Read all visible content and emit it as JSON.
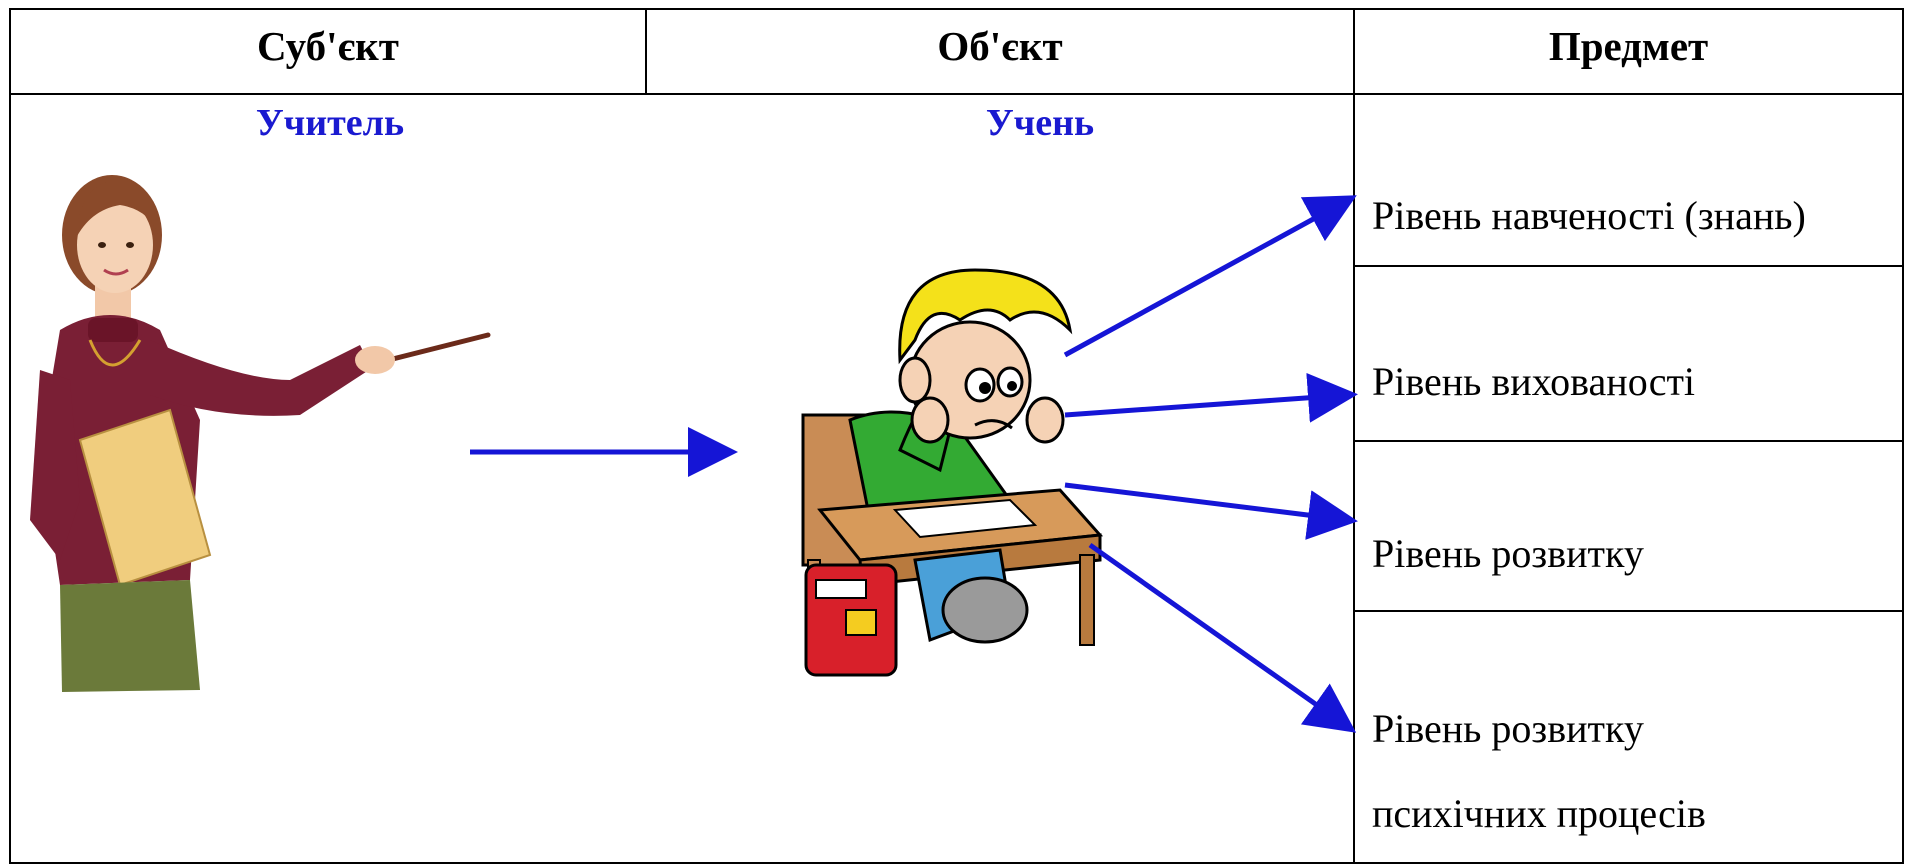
{
  "table": {
    "headers": {
      "subject": "Суб'єкт",
      "object": "Об'єкт",
      "topic": "Предмет"
    },
    "subject_label": "Учитель",
    "object_label": "Учень",
    "items": [
      "Рівень навченості (знань)",
      "Рівень вихованості",
      "Рівень розвитку",
      "Рівень розвитку",
      "психічних процесів"
    ]
  },
  "colors": {
    "arrow": "#1515d6",
    "label": "#1a1ad0",
    "border": "#000000"
  },
  "icons": {
    "teacher": "teacher-illustration",
    "student": "student-at-desk-illustration"
  }
}
